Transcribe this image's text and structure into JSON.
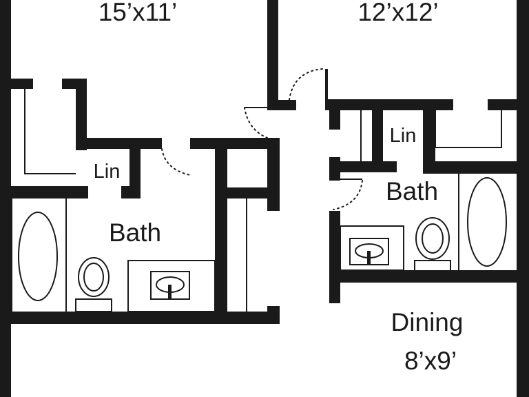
{
  "rooms": {
    "bedroom_left": {
      "size": "15’x11’"
    },
    "bedroom_right": {
      "size": "12’x12’"
    },
    "linen_left": {
      "label": "Lin"
    },
    "linen_right": {
      "label": "Lin"
    },
    "bath_left": {
      "label": "Bath"
    },
    "bath_right": {
      "label": "Bath"
    },
    "dining": {
      "label": "Dining",
      "size": "8’x9’"
    }
  },
  "colors": {
    "wall": "#1a1a1a",
    "background": "#ffffff"
  }
}
